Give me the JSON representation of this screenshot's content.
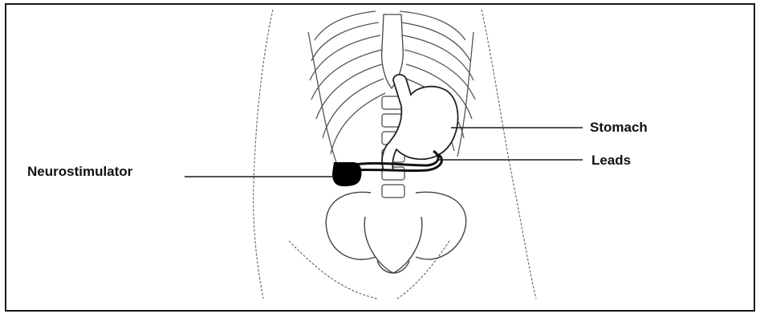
{
  "figure": {
    "labels": {
      "neurostimulator": "Neurostimulator",
      "stomach": "Stomach",
      "leads": "Leads"
    },
    "colors": {
      "line": "#1a1a1a",
      "sketch": "#6b6b6b",
      "device": "#000000"
    }
  }
}
